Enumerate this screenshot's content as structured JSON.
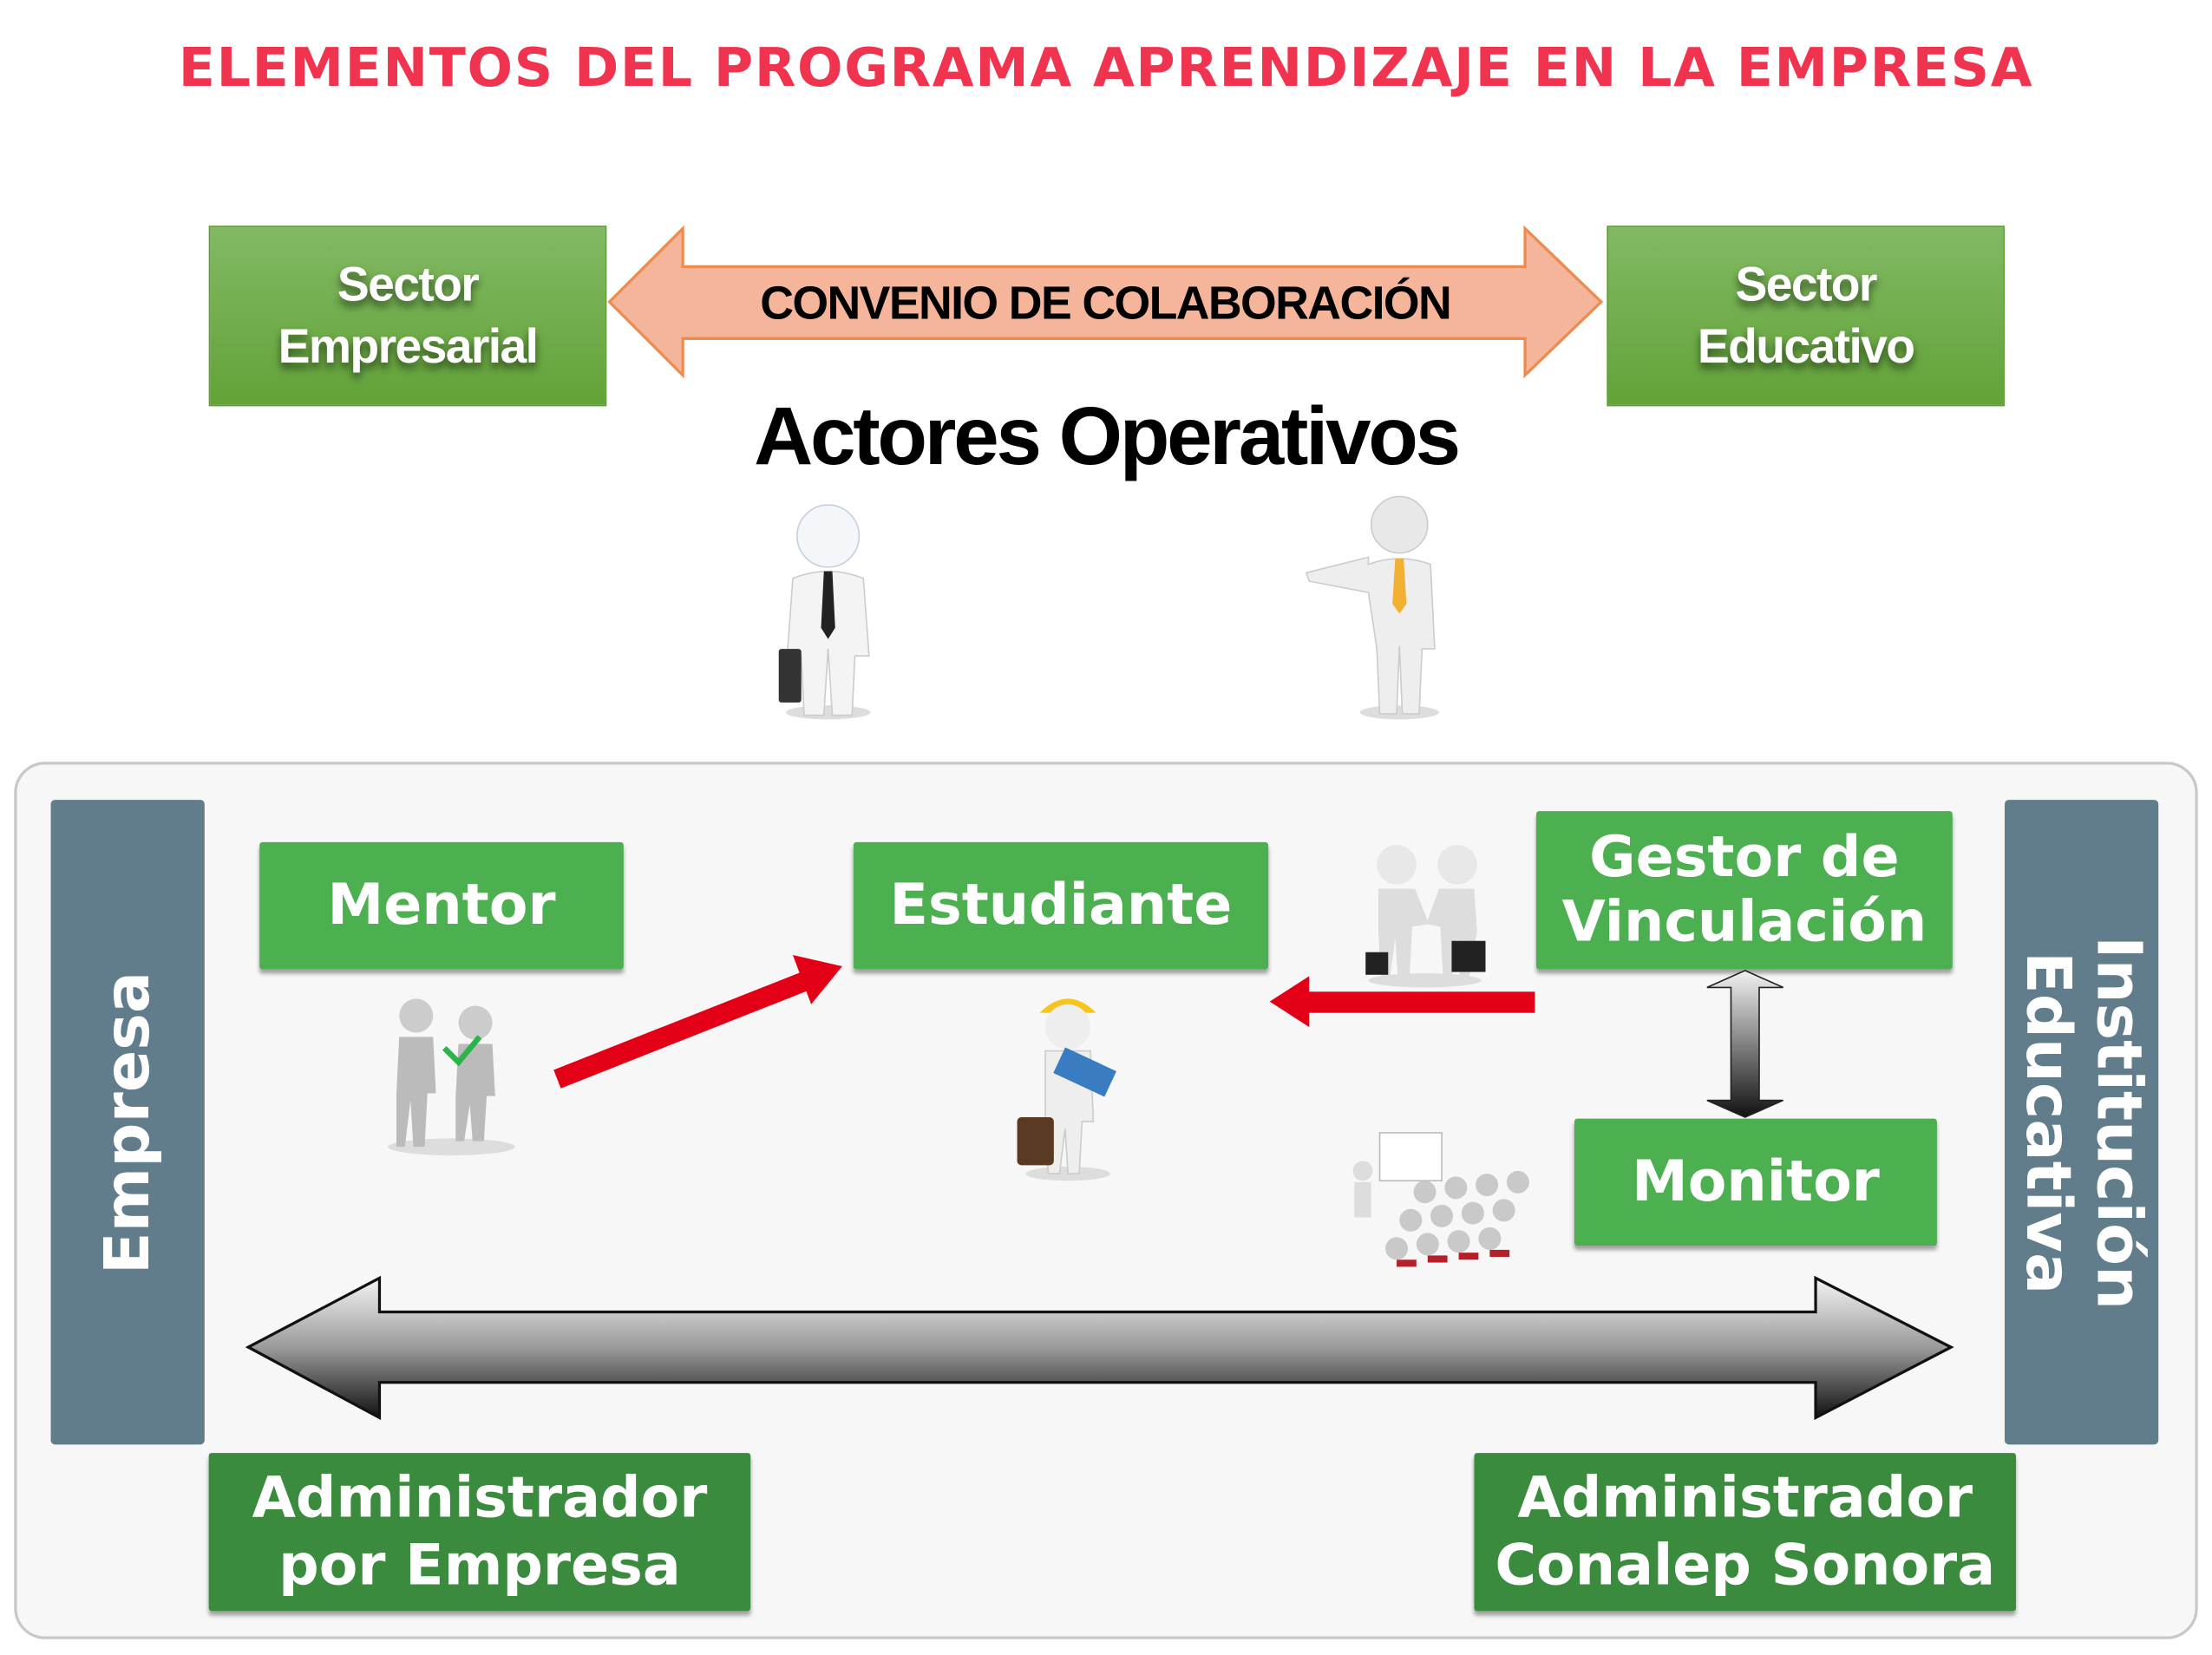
{
  "title": "ELEMENTOS DEL PROGRAMA APRENDIZAJE EN LA EMPRESA",
  "top": {
    "sector_empresarial": [
      "Sector",
      "Empresarial"
    ],
    "convenio": "CONVENIO DE COLABORACIÓN",
    "sector_educativo": [
      "Sector",
      "Educativo"
    ],
    "actores": "Actores Operativos"
  },
  "panel": {
    "empresa": "Empresa",
    "institucion": [
      "Institución",
      "Educativa"
    ],
    "mentor": "Mentor",
    "estudiante": "Estudiante",
    "gestor": [
      "Gestor de",
      "Vinculación"
    ],
    "monitor": "Monitor",
    "admin_empresa": [
      "Administrador",
      "por Empresa"
    ],
    "admin_conalep": [
      "Administrador",
      "Conalep Sonora"
    ]
  },
  "colors": {
    "title": "#f0344f",
    "sector_green": "#62a338",
    "role_green": "#4caf50",
    "admin_green": "#3b8b3e",
    "side_bar": "#617d8c",
    "convenio_arrow": "#f5b59a",
    "flow_arrow": "#e30016"
  }
}
